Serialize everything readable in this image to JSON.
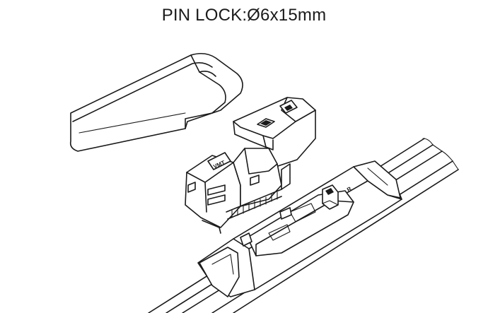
{
  "title": "PIN LOCK:Ø6x15mm",
  "adapter_stamp": "VMT",
  "blade_stamp": "R",
  "colors": {
    "line": "#1a1a1a",
    "background": "#ffffff"
  }
}
